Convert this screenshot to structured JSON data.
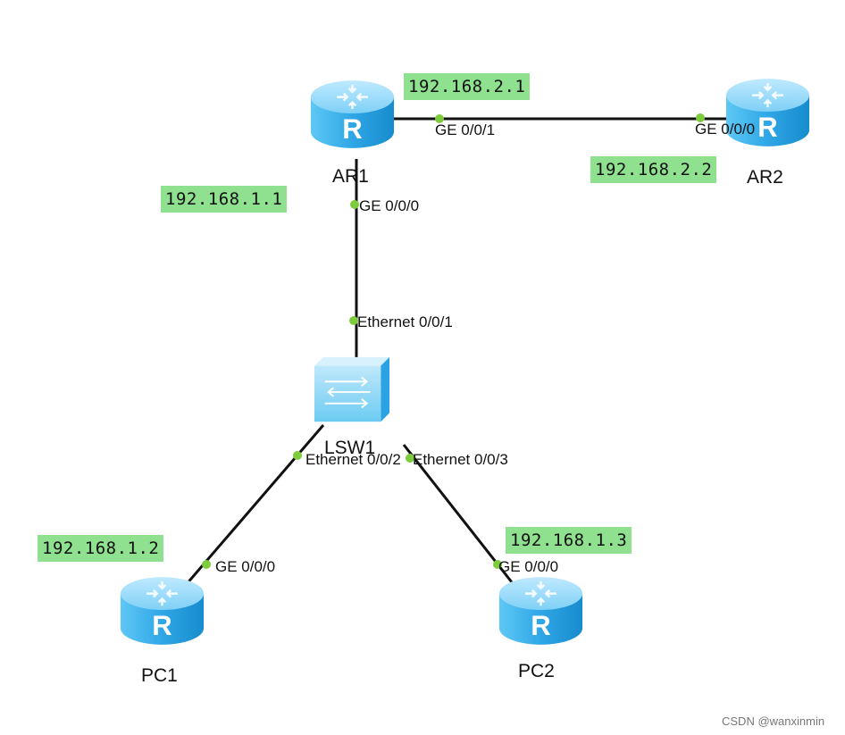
{
  "devices": {
    "ar1": {
      "name": "AR1",
      "icon": "router-icon"
    },
    "ar2": {
      "name": "AR2",
      "icon": "router-icon"
    },
    "lsw1": {
      "name": "LSW1",
      "icon": "switch-icon"
    },
    "pc1": {
      "name": "PC1",
      "icon": "router-icon"
    },
    "pc2": {
      "name": "PC2",
      "icon": "router-icon"
    }
  },
  "ports": {
    "ar1_ge001": "GE 0/0/1",
    "ar2_ge000": "GE 0/0/0",
    "ar1_ge000": "GE 0/0/0",
    "lsw1_eth001": "Ethernet 0/0/1",
    "lsw1_eth002": "Ethernet 0/0/2",
    "lsw1_eth003": "Ethernet 0/0/3",
    "pc1_ge000": "GE 0/0/0",
    "pc2_ge000": "GE 0/0/0"
  },
  "ips": {
    "ar1_ge001": "192.168.2.1",
    "ar2_ge000": "192.168.2.2",
    "ar1_ge000": "192.168.1.1",
    "pc1": "192.168.1.2",
    "pc2": "192.168.1.3"
  },
  "watermark": "CSDN @wanxinmin",
  "colors": {
    "ip_highlight": "#8fe08f",
    "port_dot": "#7ccc3c",
    "link": "#111111",
    "device": "#3db4ee"
  }
}
